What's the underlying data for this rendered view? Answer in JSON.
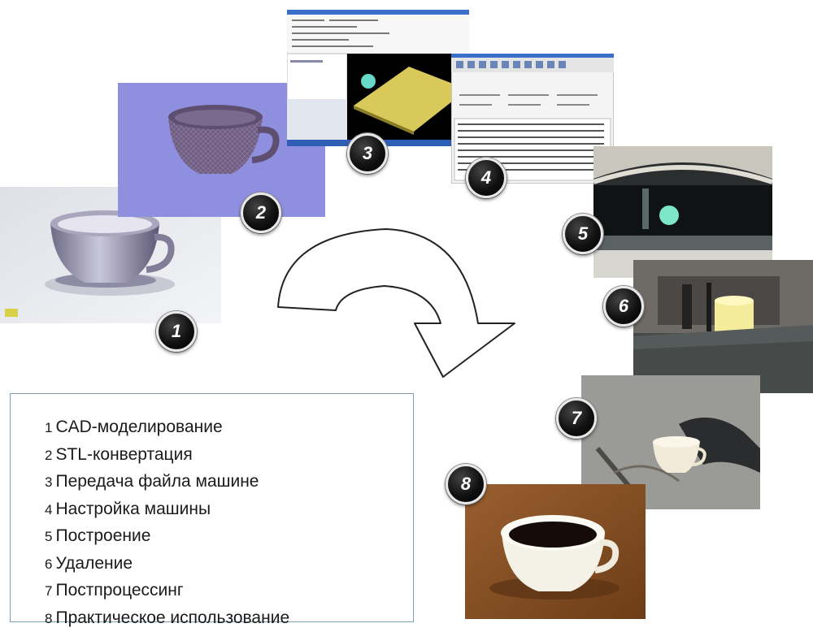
{
  "steps": [
    {
      "num": "1",
      "label": "CAD-моделирование"
    },
    {
      "num": "2",
      "label": "STL-конвертация"
    },
    {
      "num": "3",
      "label": "Передача файла машине"
    },
    {
      "num": "4",
      "label": "Настройка машины"
    },
    {
      "num": "5",
      "label": "Построение"
    },
    {
      "num": "6",
      "label": "Удаление"
    },
    {
      "num": "7",
      "label": "Постпроцессинг"
    },
    {
      "num": "8",
      "label": "Практическое использование"
    }
  ],
  "badges": [
    "1",
    "2",
    "3",
    "4",
    "5",
    "6",
    "7",
    "8"
  ],
  "colors": {
    "stl_background": "#8f8fe0",
    "badge": "#111111",
    "arrow_stroke": "#222222",
    "legend_border": "#7f9fb0"
  }
}
